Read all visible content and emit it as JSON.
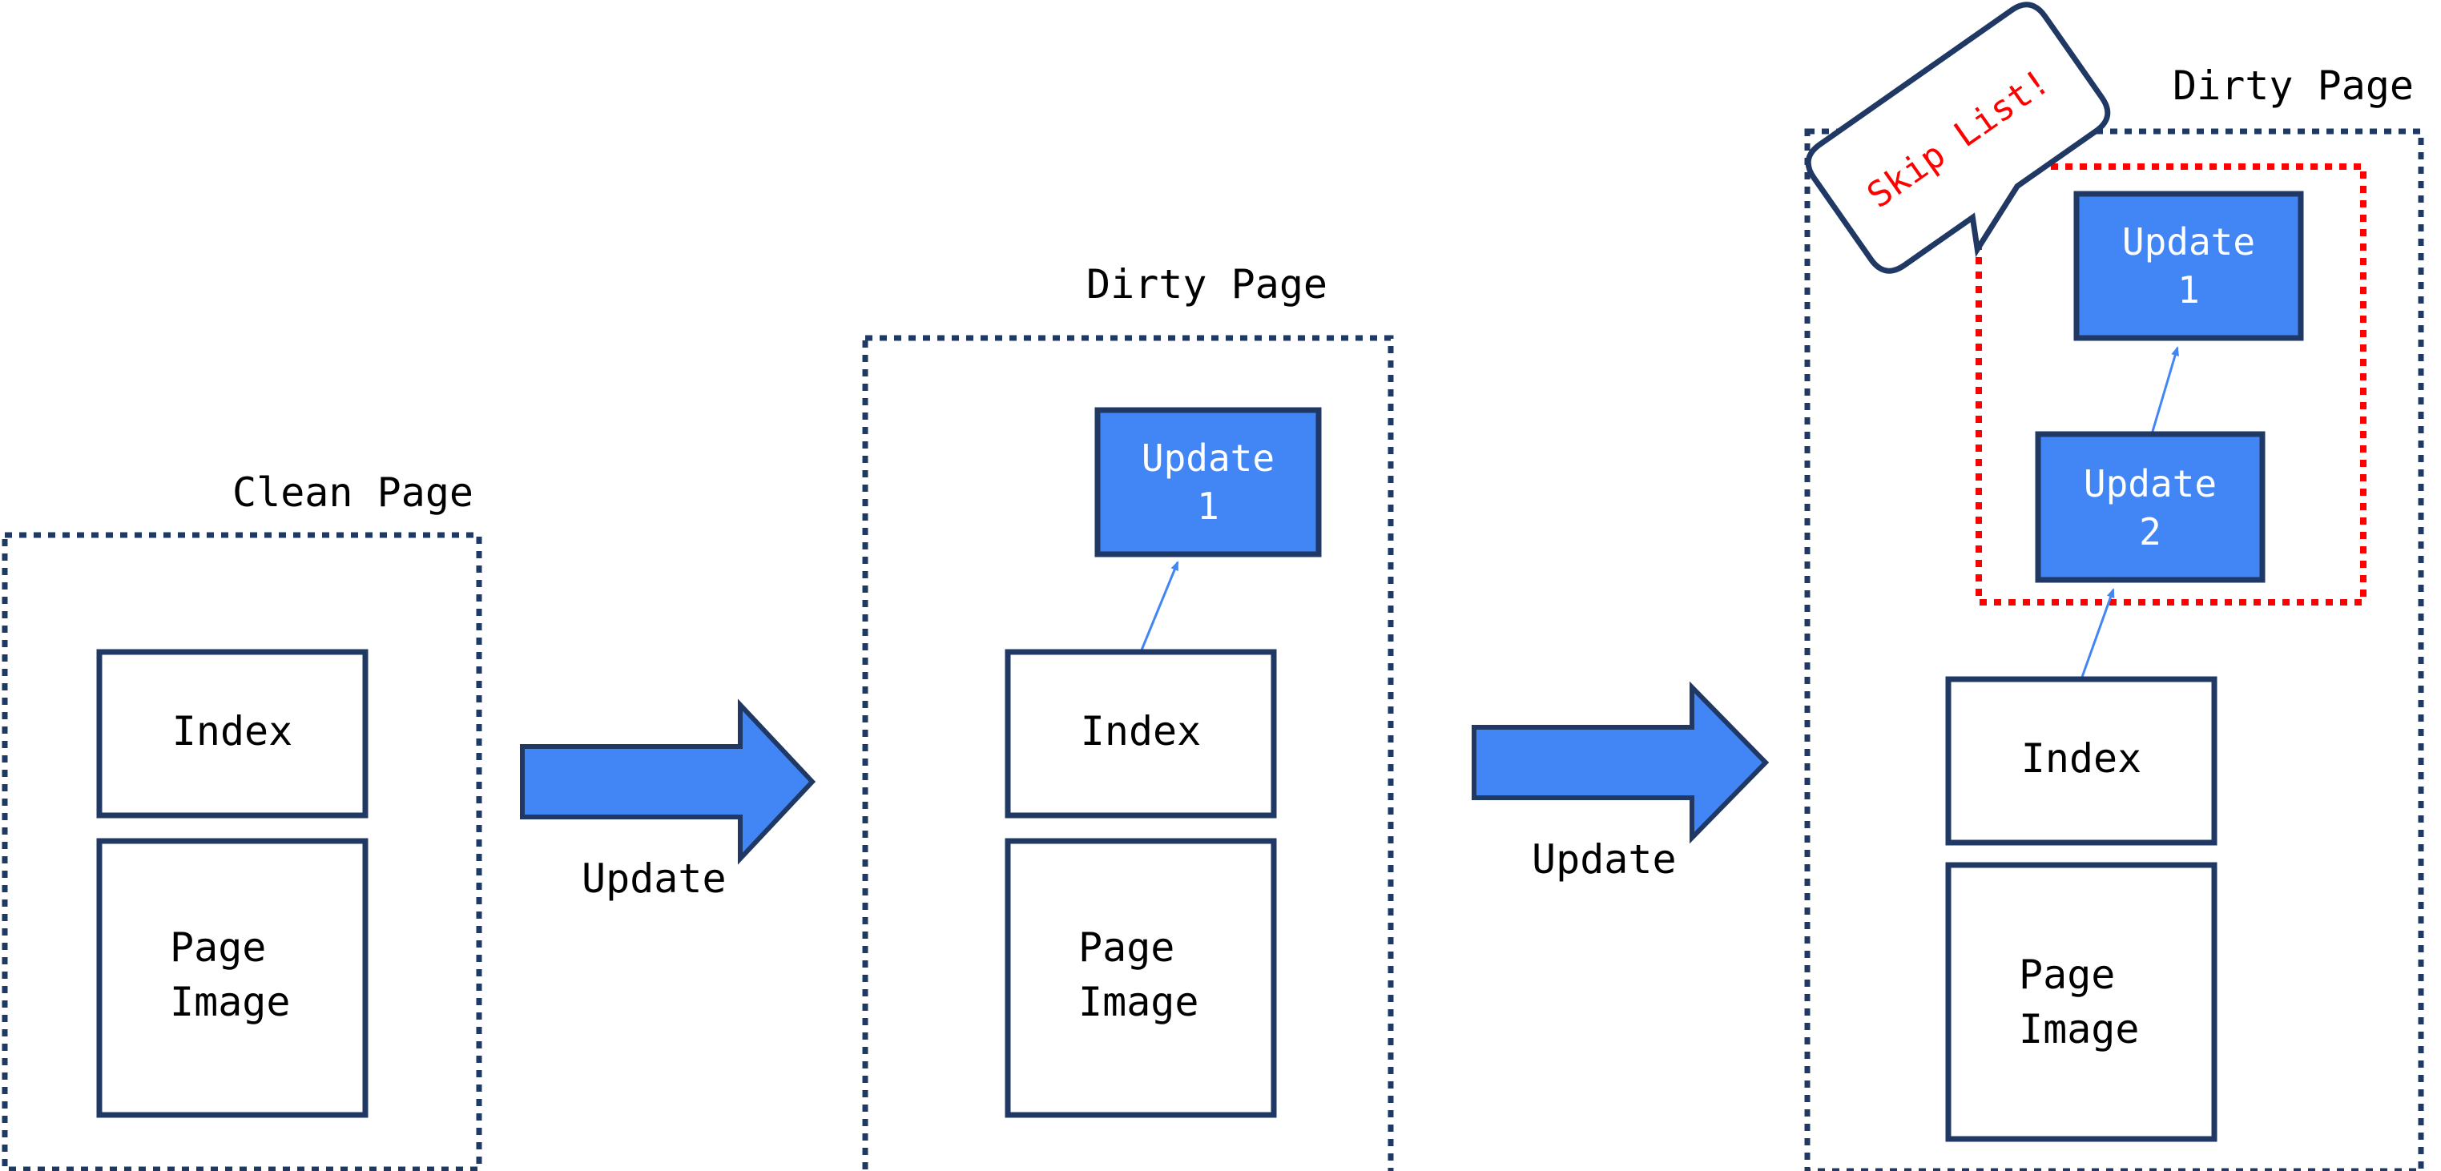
{
  "colors": {
    "frame": "#1f3864",
    "update_fill": "#4285f4",
    "update_stroke": "#1f3864",
    "arrow_fill": "#4285f4",
    "skip_list_border": "#ff0000",
    "skip_list_text": "#ff0000"
  },
  "stages": [
    {
      "title": "Clean Page",
      "index_label": "Index",
      "page_image_line1": "Page",
      "page_image_line2": "Image"
    },
    {
      "title": "Dirty Page",
      "index_label": "Index",
      "page_image_line1": "Page",
      "page_image_line2": "Image",
      "updates": [
        {
          "line1": "Update",
          "line2": "1"
        }
      ]
    },
    {
      "title": "Dirty Page",
      "index_label": "Index",
      "page_image_line1": "Page",
      "page_image_line2": "Image",
      "updates": [
        {
          "line1": "Update",
          "line2": "1"
        },
        {
          "line1": "Update",
          "line2": "2"
        }
      ],
      "callout": "Skip List!"
    }
  ],
  "transitions": [
    {
      "label": "Update"
    },
    {
      "label": "Update"
    }
  ]
}
